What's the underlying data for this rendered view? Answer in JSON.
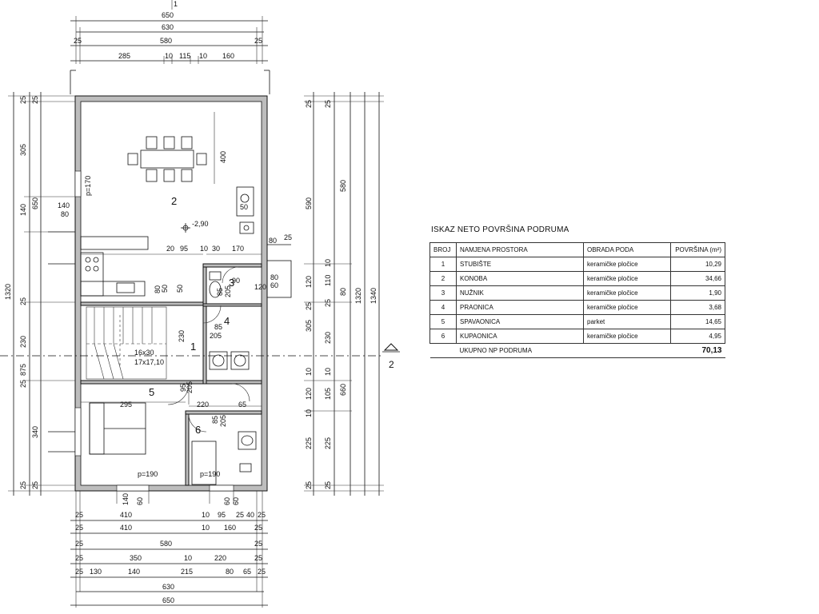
{
  "table": {
    "title": "ISKAZ NETO POVRŠINA PODRUMA",
    "headers": [
      "BROJ",
      "NAMJENA PROSTORA",
      "OBRADA PODA",
      "POVRŠINA (m²)"
    ],
    "rows": [
      {
        "no": "1",
        "name": "STUBIŠTE",
        "floor": "keramičke pločice",
        "area": "10,29"
      },
      {
        "no": "2",
        "name": "KONOBA",
        "floor": "keramičke pločice",
        "area": "34,66"
      },
      {
        "no": "3",
        "name": "NUŽNIK",
        "floor": "keramičke pločice",
        "area": "1,90"
      },
      {
        "no": "4",
        "name": "PRAONICA",
        "floor": "keramičke pločice",
        "area": "3,68"
      },
      {
        "no": "5",
        "name": "SPAVAONICA",
        "floor": "parket",
        "area": "14,65"
      },
      {
        "no": "6",
        "name": "KUPAONICA",
        "floor": "keramičke pločice",
        "area": "4,95"
      }
    ],
    "total_label": "UKUPNO NP PODRUMA",
    "total_value": "70,13"
  },
  "plan": {
    "rooms": [
      "1",
      "2",
      "3",
      "4",
      "5",
      "6"
    ],
    "section_marker": "2",
    "top_marker": "1",
    "level": "-2,90",
    "stair_spec": [
      "16x30",
      "17x17,10"
    ],
    "labels": [
      "p=170",
      "p=190",
      "p=190"
    ],
    "dims_top": [
      "650",
      "630",
      "25",
      "25",
      "580",
      "285",
      "10",
      "115",
      "10",
      "160"
    ],
    "dims_bottom": [
      "25",
      "410",
      "10",
      "95",
      "25",
      "40",
      "25",
      "410",
      "10",
      "160",
      "580",
      "350",
      "10",
      "220",
      "130",
      "140",
      "215",
      "80",
      "65",
      "630",
      "650",
      "140",
      "60",
      "60",
      "60"
    ],
    "dims_left": [
      "25",
      "25",
      "305",
      "140",
      "650",
      "140",
      "80",
      "1320",
      "25",
      "230",
      "875",
      "25",
      "340",
      "25",
      "25"
    ],
    "dims_right": [
      "25",
      "25",
      "305",
      "590",
      "580",
      "1320",
      "1340",
      "10",
      "110",
      "120",
      "25",
      "80",
      "25",
      "230",
      "10",
      "120",
      "10",
      "105",
      "660",
      "10",
      "225",
      "225",
      "25",
      "25"
    ],
    "dims_inner": [
      "400",
      "50",
      "20",
      "95",
      "10",
      "30",
      "170",
      "80",
      "25",
      "80",
      "60",
      "120",
      "80",
      "85",
      "205",
      "50",
      "85",
      "205",
      "230",
      "95",
      "205",
      "220",
      "65",
      "85",
      "205",
      "295",
      "90",
      "50"
    ]
  }
}
